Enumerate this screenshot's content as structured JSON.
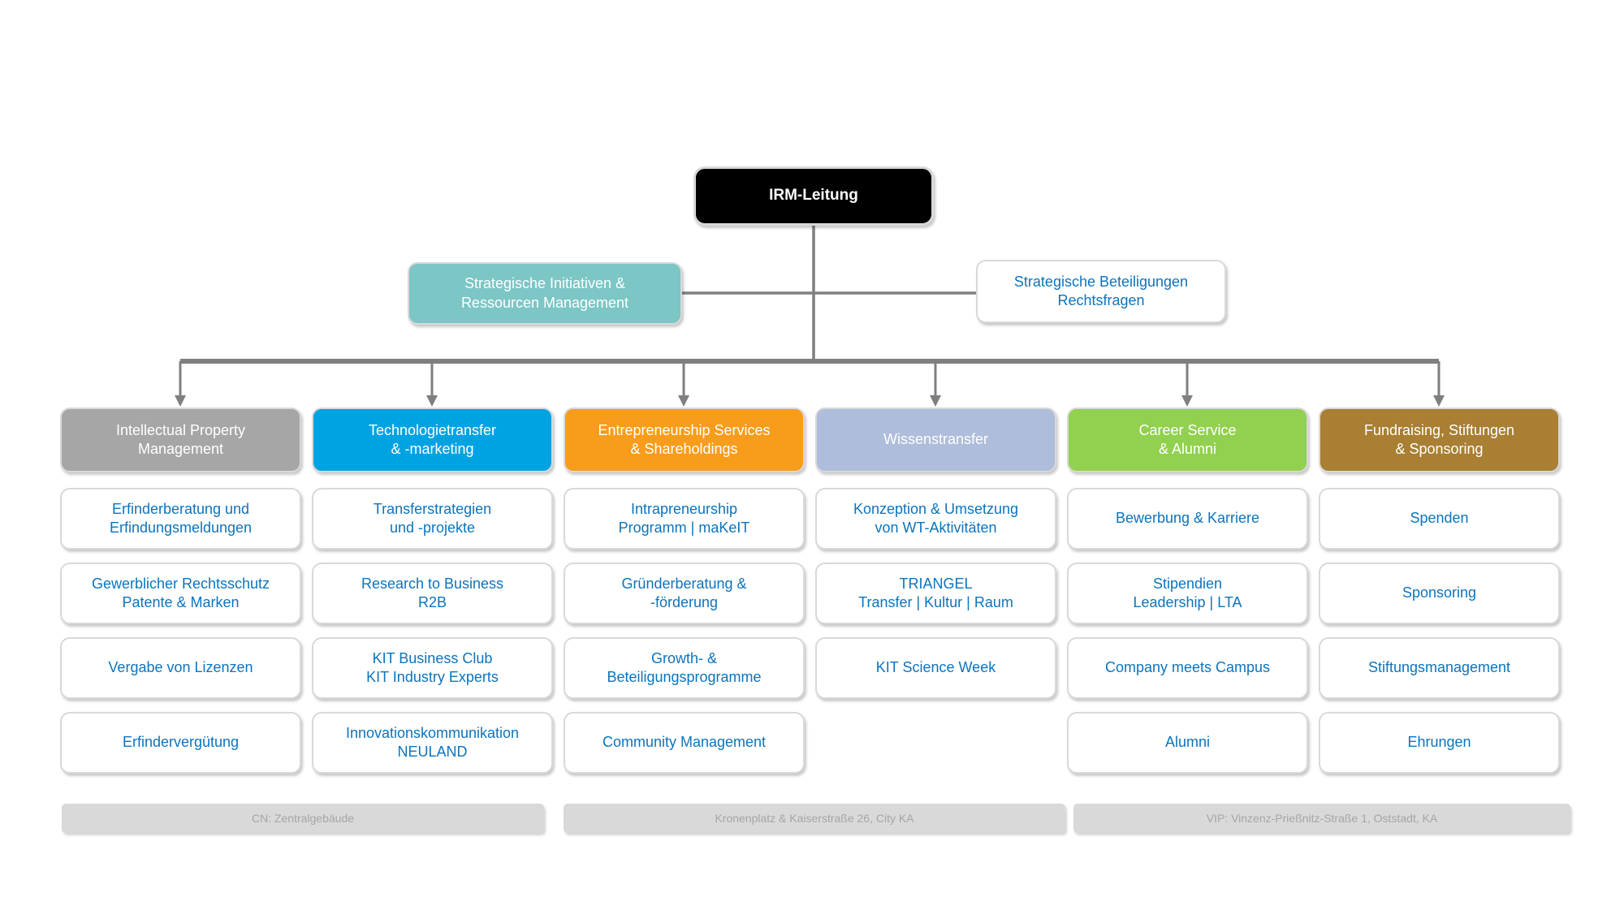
{
  "colors": {
    "item_text": "#0D74BC",
    "header_text": "#FFFFFF",
    "box_border": "#D9D9D9",
    "connector": "#7F7F7F",
    "location_bg": "#D9D9D9",
    "location_text": "#A6A6A6"
  },
  "root": {
    "label": "IRM-Leitung",
    "color": "#000000"
  },
  "staff_left": {
    "label": "Strategische Initiativen &\nRessourcen Management",
    "color": "#7CC6C5"
  },
  "staff_right": {
    "label": "Strategische Beteiligungen\nRechtsfragen",
    "color": "#FFFFFF"
  },
  "columns": [
    {
      "header": "Intellectual Property\nManagement",
      "color": "#A6A6A6",
      "items": [
        "Erfinderberatung und\nErfindungsmeldungen",
        "Gewerblicher Rechtsschutz\nPatente & Marken",
        "Vergabe von Lizenzen",
        "Erfindervergütung"
      ]
    },
    {
      "header": "Technologietransfer\n& -marketing",
      "color": "#00A3E2",
      "items": [
        "Transferstrategien\nund -projekte",
        "Research to Business\nR2B",
        "KIT Business Club\nKIT Industry Experts",
        "Innovationskommunikation\nNEULAND"
      ]
    },
    {
      "header": "Entrepreneurship Services\n& Shareholdings",
      "color": "#F89C1C",
      "items": [
        "Intrapreneurship\nProgramm | maKeIT",
        "Gründerberatung &\n-förderung",
        "Growth- &\nBeteiligungsprogramme",
        "Community Management"
      ]
    },
    {
      "header": "Wissenstransfer",
      "color": "#AEBDDB",
      "items": [
        "Konzeption & Umsetzung\nvon WT-Aktivitäten",
        "TRIANGEL\nTransfer | Kultur | Raum",
        "KIT Science Week"
      ]
    },
    {
      "header": "Career Service\n& Alumni",
      "color": "#92D050",
      "items": [
        "Bewerbung & Karriere",
        "Stipendien\nLeadership | LTA",
        "Company meets Campus",
        "Alumni"
      ]
    },
    {
      "header": "Fundraising, Stiftungen\n& Sponsoring",
      "color": "#A87F33",
      "items": [
        "Spenden",
        "Sponsoring",
        "Stiftungsmanagement",
        "Ehrungen"
      ]
    }
  ],
  "locations": [
    "CN: Zentralgebäude",
    "Kronenplatz & Kaiserstraße 26, City KA",
    "VIP: Vinzenz-Prießnitz-Straße 1, Oststadt, KA"
  ]
}
